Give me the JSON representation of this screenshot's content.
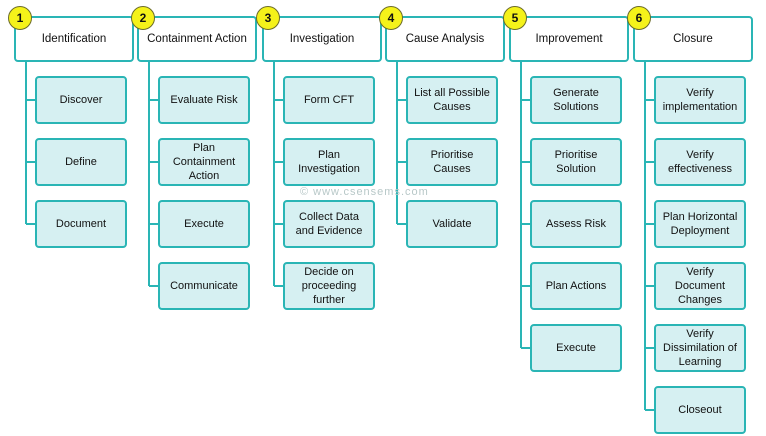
{
  "watermark": "© www.csensems.com",
  "phases": [
    {
      "number": "1",
      "title": "Identification",
      "items": [
        "Discover",
        "Define",
        "Document"
      ]
    },
    {
      "number": "2",
      "title": "Containment Action",
      "items": [
        "Evaluate Risk",
        "Plan Containment Action",
        "Execute",
        "Communicate"
      ]
    },
    {
      "number": "3",
      "title": "Investigation",
      "items": [
        "Form CFT",
        "Plan Investigation",
        "Collect Data and Evidence",
        "Decide on proceeding further"
      ]
    },
    {
      "number": "4",
      "title": "Cause Analysis",
      "items": [
        "List all Possible Causes",
        "Prioritise Causes",
        "Validate"
      ]
    },
    {
      "number": "5",
      "title": "Improvement",
      "items": [
        "Generate Solutions",
        "Prioritise Solution",
        "Assess Risk",
        "Plan Actions",
        "Execute"
      ]
    },
    {
      "number": "6",
      "title": "Closure",
      "items": [
        "Verify implementation",
        "Verify effectiveness",
        "Plan Horizontal Deployment",
        "Verify Document Changes",
        "Verify Dissimilation of Learning",
        "Closeout"
      ]
    }
  ],
  "colors": {
    "border": "#2ab5b5",
    "child_fill": "#d6f0f2",
    "badge": "#f5f21a"
  }
}
